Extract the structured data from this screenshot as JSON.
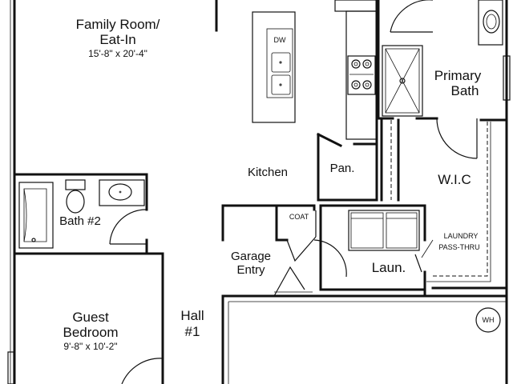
{
  "rooms": {
    "family_room": {
      "name_line1": "Family Room/",
      "name_line2": "Eat-In",
      "size": "15'-8\" x 20'-4\""
    },
    "kitchen": {
      "name": "Kitchen"
    },
    "pantry": {
      "name": "Pan."
    },
    "primary_bath": {
      "name_line1": "Primary",
      "name_line2": "Bath"
    },
    "wic": {
      "name": "W.I.C"
    },
    "bath2": {
      "name": "Bath #2"
    },
    "coat": {
      "name": "COAT"
    },
    "laundry": {
      "name": "Laun."
    },
    "laundry_pass": {
      "line1": "LAUNDRY",
      "line2": "PASS-THRU"
    },
    "garage_entry": {
      "line1": "Garage",
      "line2": "Entry"
    },
    "guest_bedroom": {
      "line1": "Guest",
      "line2": "Bedroom",
      "size": "9'-8\" x 10'-2\""
    },
    "hall": {
      "line1": "Hall",
      "line2": "#1"
    }
  },
  "fixtures": {
    "dishwasher": "DW",
    "water_heater": "WH"
  }
}
